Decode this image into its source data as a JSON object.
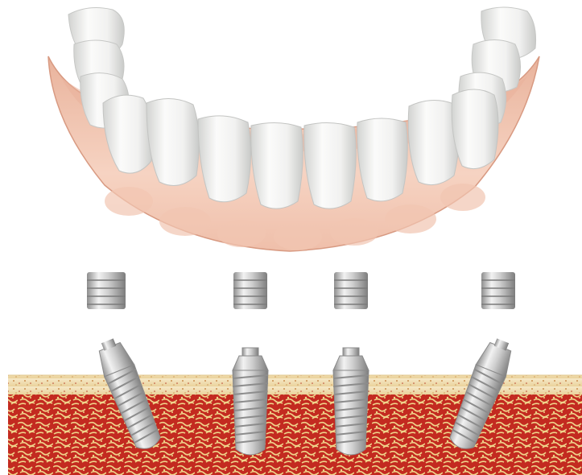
{
  "colors": {
    "background": "#ffffff",
    "gum_light": "#f3cdb9",
    "gum_dark": "#d9957c",
    "tooth": "#f4f4f3",
    "tooth_shade": "#d5d6d4",
    "metal_light": "#eeeeee",
    "metal_dark": "#8f8f8f",
    "bone_cortical": "#f3e2b8",
    "bone_cancellous": "#c2261e",
    "bone_speckle": "#f0d88f"
  },
  "scene": {
    "subject": "full-arch-implant-denture",
    "abutment_count": 4,
    "implant_count": 4,
    "implant_tilts_deg": [
      -22,
      0,
      0,
      22
    ]
  }
}
